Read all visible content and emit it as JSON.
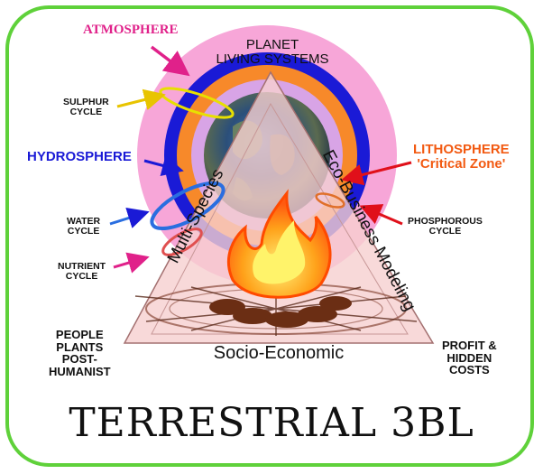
{
  "title": "TERRESTRIAL 3BL",
  "rings": {
    "atmosphere": "ATMOSPHERE",
    "planet_line1": "PLANET",
    "planet_line2": "LIVING SYSTEMS",
    "hydrosphere": "HYDROSPHERE",
    "lithosphere_line1": "LITHOSPHERE",
    "lithosphere_line2": "'Critical Zone'"
  },
  "cycles": {
    "sulphur_line1": "SULPHUR",
    "sulphur_line2": "CYCLE",
    "water_line1": "WATER",
    "water_line2": "CYCLE",
    "nutrient_line1": "NUTRIENT",
    "nutrient_line2": "CYCLE",
    "phosphorous_line1": "PHOSPHOROUS",
    "phosphorous_line2": "CYCLE"
  },
  "triangle": {
    "left_side": "Multi-Species",
    "right_side": "Eco-Business Modeling",
    "base": "Socio-Economic"
  },
  "corners": {
    "left_line1": "PEOPLE",
    "left_line2": "PLANTS",
    "left_line3": "POST-",
    "left_line4": "HUMANIST",
    "right_line1": "PROFIT &",
    "right_line2": "HIDDEN",
    "right_line3": "COSTS"
  },
  "colors": {
    "frame": "#5fd13a",
    "atmosphere": "#f7a6d8",
    "hydrosphere": "#1a1ad6",
    "lithosphere": "#f7892a",
    "triangle": "#f6cfcf",
    "atmosphere_text": "#e0218a",
    "hydrosphere_text": "#1a1ad6",
    "lithosphere_text": "#f25a12"
  }
}
